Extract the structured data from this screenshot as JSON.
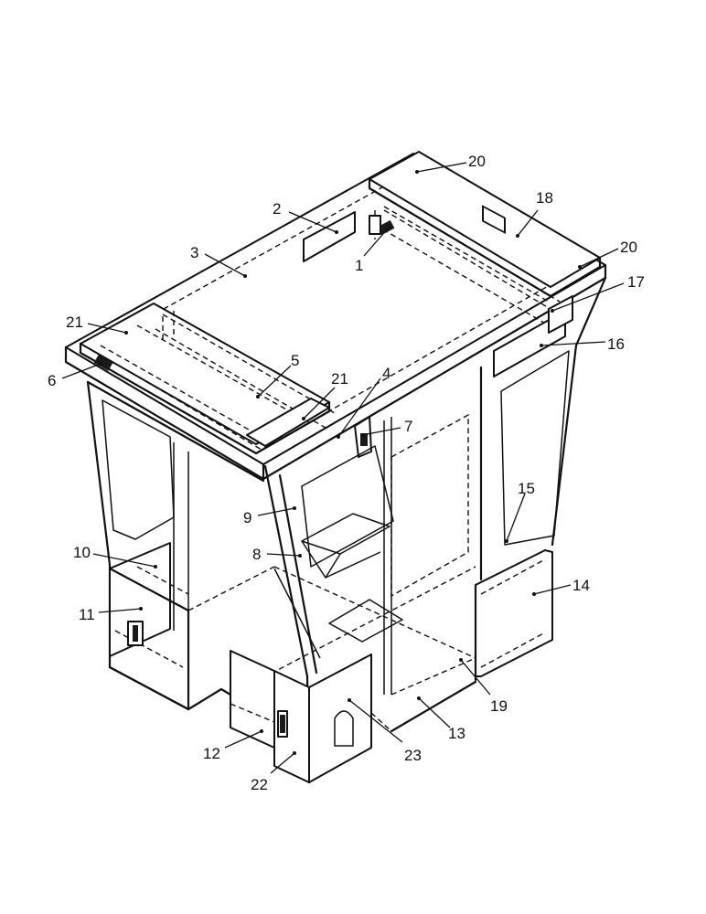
{
  "figure": {
    "callouts": [
      {
        "id": "c1",
        "text": "1"
      },
      {
        "id": "c2",
        "text": "2"
      },
      {
        "id": "c3",
        "text": "3"
      },
      {
        "id": "c4",
        "text": "4"
      },
      {
        "id": "c5",
        "text": "5"
      },
      {
        "id": "c6",
        "text": "6"
      },
      {
        "id": "c7",
        "text": "7"
      },
      {
        "id": "c8",
        "text": "8"
      },
      {
        "id": "c9",
        "text": "9"
      },
      {
        "id": "c10",
        "text": "10"
      },
      {
        "id": "c11",
        "text": "11"
      },
      {
        "id": "c12",
        "text": "12"
      },
      {
        "id": "c13",
        "text": "13"
      },
      {
        "id": "c14",
        "text": "14"
      },
      {
        "id": "c15",
        "text": "15"
      },
      {
        "id": "c16",
        "text": "16"
      },
      {
        "id": "c17",
        "text": "17"
      },
      {
        "id": "c18",
        "text": "18"
      },
      {
        "id": "c19",
        "text": "19"
      },
      {
        "id": "c20a",
        "text": "20"
      },
      {
        "id": "c20b",
        "text": "20"
      },
      {
        "id": "c21a",
        "text": "21"
      },
      {
        "id": "c21b",
        "text": "21"
      },
      {
        "id": "c22",
        "text": "22"
      },
      {
        "id": "c23",
        "text": "23"
      }
    ]
  }
}
